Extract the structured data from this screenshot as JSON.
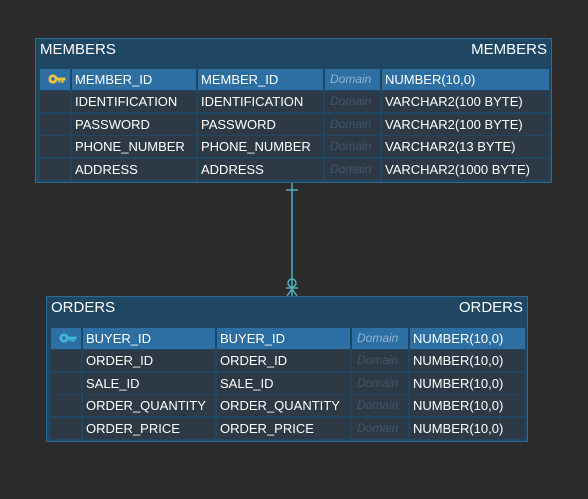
{
  "diagram": {
    "entities": [
      {
        "id": "members",
        "header_left": "MEMBERS",
        "header_right": "MEMBERS",
        "rows": [
          {
            "key": true,
            "col1": "MEMBER_ID",
            "col2": "MEMBER_ID",
            "domain": "Domain",
            "type": "NUMBER(10,0)"
          },
          {
            "key": false,
            "col1": "IDENTIFICATION",
            "col2": "IDENTIFICATION",
            "domain": "Domain",
            "type": "VARCHAR2(100 BYTE)"
          },
          {
            "key": false,
            "col1": "PASSWORD",
            "col2": "PASSWORD",
            "domain": "Domain",
            "type": "VARCHAR2(100 BYTE)"
          },
          {
            "key": false,
            "col1": "PHONE_NUMBER",
            "col2": "PHONE_NUMBER",
            "domain": "Domain",
            "type": "VARCHAR2(13 BYTE)"
          },
          {
            "key": false,
            "col1": "ADDRESS",
            "col2": "ADDRESS",
            "domain": "Domain",
            "type": "VARCHAR2(1000 BYTE)"
          }
        ]
      },
      {
        "id": "orders",
        "header_left": "ORDERS",
        "header_right": "ORDERS",
        "rows": [
          {
            "key": true,
            "col1": "BUYER_ID",
            "col2": "BUYER_ID",
            "domain": "Domain",
            "type": "NUMBER(10,0)"
          },
          {
            "key": false,
            "col1": "ORDER_ID",
            "col2": "ORDER_ID",
            "domain": "Domain",
            "type": "NUMBER(10,0)"
          },
          {
            "key": false,
            "col1": "SALE_ID",
            "col2": "SALE_ID",
            "domain": "Domain",
            "type": "NUMBER(10,0)"
          },
          {
            "key": false,
            "col1": "ORDER_QUANTITY",
            "col2": "ORDER_QUANTITY",
            "domain": "Domain",
            "type": "NUMBER(10,0)"
          },
          {
            "key": false,
            "col1": "ORDER_PRICE",
            "col2": "ORDER_PRICE",
            "domain": "Domain",
            "type": "NUMBER(10,0)"
          }
        ]
      }
    ],
    "relationship": {
      "from": "members",
      "to": "orders",
      "from_cardinality": "one",
      "to_cardinality": "zero-or-many"
    },
    "colors": {
      "background": "#2b2b2b",
      "entity_fill": "#1f4662",
      "row_fill": "#2d3a46",
      "selected_row_fill": "#2e6fa3",
      "relation_line": "#4fb3bf",
      "primary_key_icon": "#e8c53a",
      "foreign_key_icon": "#41b8d8"
    }
  }
}
